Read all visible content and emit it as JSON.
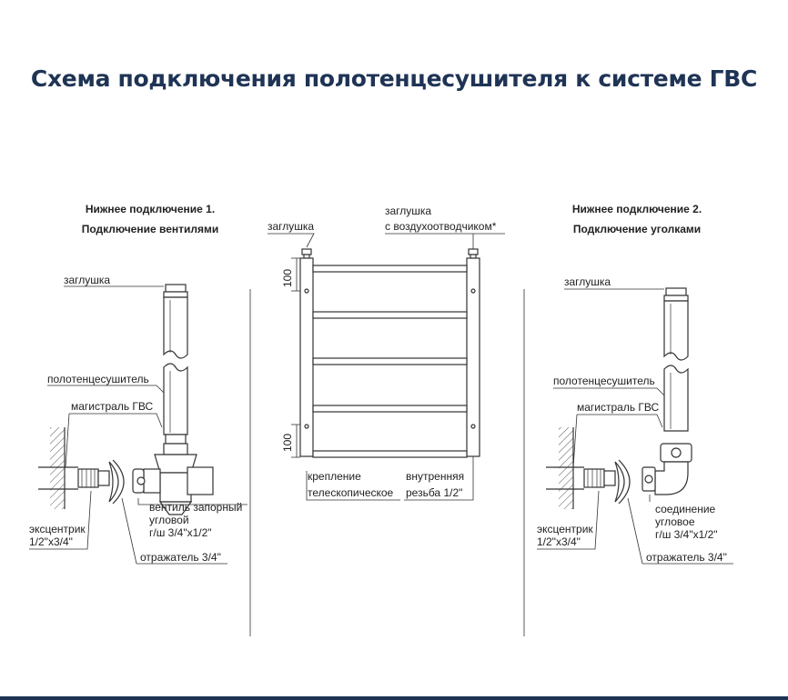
{
  "title": "Схема подключения полотенцесушителя к системе ГВС",
  "left": {
    "heading_1": "Нижнее подключение 1.",
    "heading_2": "Подключение вентилями",
    "plug": "заглушка",
    "towel_dryer": "полотенцесушитель",
    "main_line": "магистраль ГВС",
    "valve_1": "вентиль запорный",
    "valve_2": "угловой",
    "valve_3": "г/ш 3/4\"х1/2\"",
    "eccentric_1": "эксцентрик",
    "eccentric_2": "1/2\"х3/4\"",
    "reflector": "отражатель 3/4\""
  },
  "center": {
    "plug": "заглушка",
    "plug_air_1": "заглушка",
    "plug_air_2": "с воздухоотводчиком*",
    "dim_top": "100",
    "dim_bottom": "100",
    "mount_1": "крепление",
    "mount_2": "телескопическое",
    "thread_1": "внутренняя",
    "thread_2": "резьба 1/2\""
  },
  "right": {
    "heading_1": "Нижнее подключение 2.",
    "heading_2": "Подключение уголками",
    "plug": "заглушка",
    "towel_dryer": "полотенцесушитель",
    "main_line": "магистраль ГВС",
    "elbow_1": "соединение",
    "elbow_2": "угловое",
    "elbow_3": "г/ш 3/4\"х1/2\"",
    "eccentric_1": "эксцентрик",
    "eccentric_2": "1/2\"х3/4\"",
    "reflector": "отражатель 3/4\""
  },
  "colors": {
    "title": "#1f3455",
    "line": "#333333",
    "bottom_bar": "#1f3455"
  }
}
